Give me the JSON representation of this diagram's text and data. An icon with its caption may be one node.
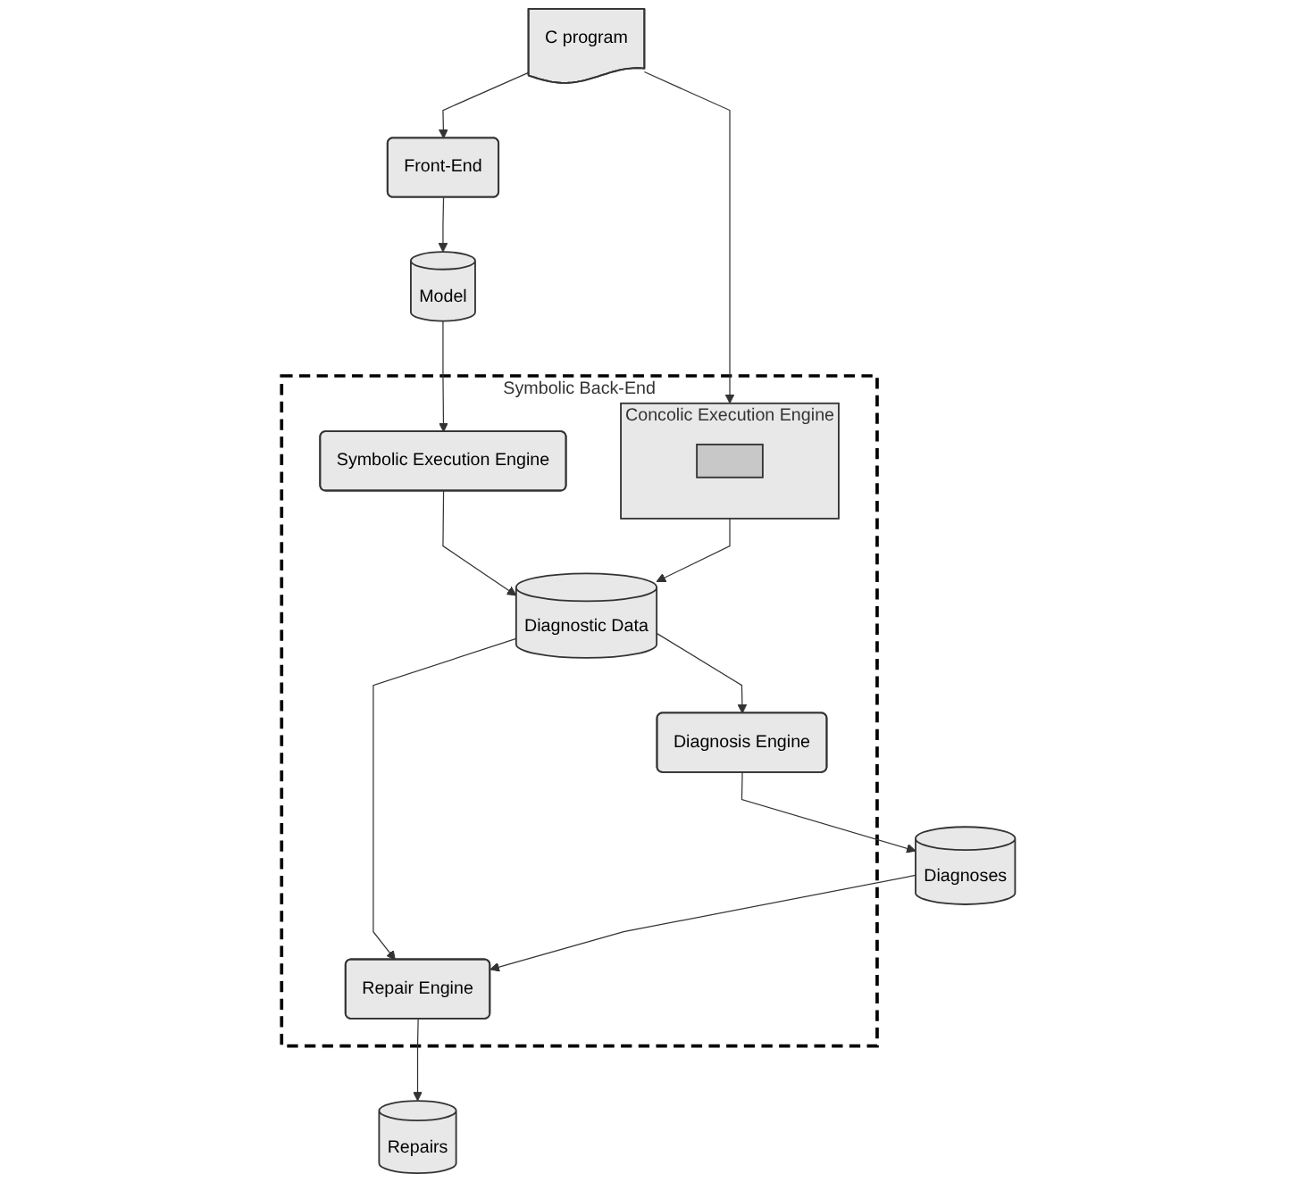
{
  "diagram": {
    "nodes": [
      {
        "text": [
          "C program"
        ]
      },
      {
        "text": [
          "Front-End"
        ]
      },
      {
        "text": [
          "Model"
        ]
      },
      {
        "text": [
          "Symbolic Back-End"
        ]
      },
      {
        "text": [
          "Concolic Execution Engine"
        ],
        "in": 3
      },
      {
        "text": [],
        "shape": "box",
        "in": 4
      },
      {
        "text": [
          "Symbolic Execution Engine"
        ],
        "in": 3
      },
      {
        "text": [
          "Diagnostic Data"
        ],
        "in": 3
      },
      {
        "text": [
          "Diagnosis Engine"
        ],
        "in": 3
      },
      {
        "text": [
          "Repair Engine"
        ],
        "in": 3
      },
      {
        "text": [
          "Diagnoses"
        ]
      },
      {
        "text": [
          "Repairs"
        ]
      }
    ],
    "edges": [
      {
        "from": 0,
        "to": 1,
        "arrow": "to"
      },
      {
        "from": 1,
        "to": 2,
        "arrow": "to"
      },
      {
        "from": 0,
        "to": 4,
        "arrow": "to"
      },
      {
        "from": 2,
        "to": 6,
        "arrow": "to"
      },
      {
        "from": 4,
        "to": 7,
        "arrow": "to"
      },
      {
        "from": 6,
        "to": 7,
        "arrow": "to"
      },
      {
        "from": 7,
        "to": 8,
        "arrow": "to"
      },
      {
        "from": 7,
        "to": 9,
        "arrow": "to"
      },
      {
        "from": 8,
        "to": 10,
        "arrow": "to"
      },
      {
        "from": 10,
        "to": 9,
        "arrow": "to"
      },
      {
        "from": 9,
        "to": 11,
        "arrow": "to"
      }
    ]
  }
}
